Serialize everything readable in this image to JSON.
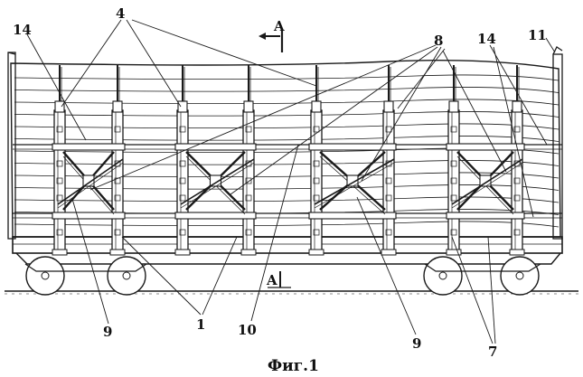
{
  "figure": {
    "caption": "Фиг.1",
    "section_mark_top": "A",
    "section_mark_bottom": "A",
    "labels": {
      "l14_left": "14",
      "l4": "4",
      "l8": "8",
      "l14_right": "14",
      "l11": "11",
      "l9_left": "9",
      "l1": "1",
      "l10": "10",
      "l9_mid": "9",
      "l7": "7"
    }
  },
  "colors": {
    "ink": "#1a1a1a",
    "background": "#ffffff"
  }
}
